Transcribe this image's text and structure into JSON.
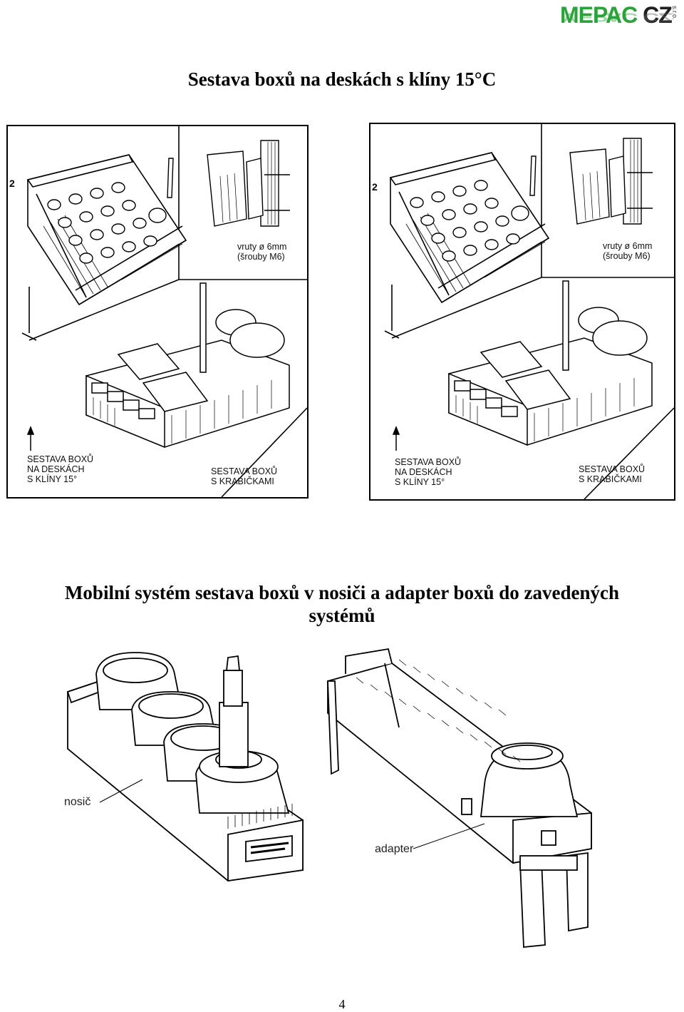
{
  "logo": {
    "brand": "MEPAC",
    "country": "CZ",
    "suffix": "s.r.o."
  },
  "heading_top": "Sestava boxů na deskách s klíny 15°C",
  "panels": [
    {
      "number": "2",
      "screw_label": "vruty ø 6mm\n(šrouby M6)",
      "label_left": "SESTAVA BOXŮ\nNA DESKÁCH\nS KLÍNY 15°",
      "label_right": "SESTAVA BOXŮ\nS KRABIČKAMI"
    },
    {
      "number": "2",
      "screw_label": "vruty ø 6mm\n(šrouby M6)",
      "label_left": "SESTAVA BOXŮ\nNA DESKÁCH\nS KLÍNY 15°",
      "label_right": "SESTAVA BOXŮ\nS KRABIČKAMI"
    }
  ],
  "heading_bottom": "Mobilní systém sestava boxů v nosiči a adapter boxů do zavedených systémů",
  "callouts": {
    "carrier": "nosič",
    "adapter": "adapter"
  },
  "page_number": "4",
  "colors": {
    "logo_green": "#2aa33a",
    "ink": "#000000"
  }
}
